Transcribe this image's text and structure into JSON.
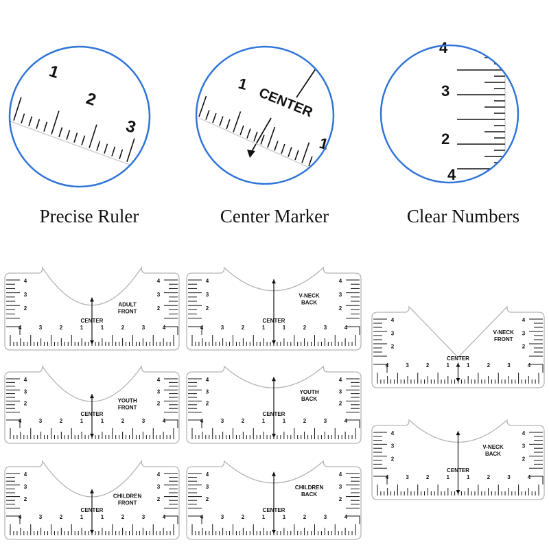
{
  "features": [
    {
      "caption": "Precise Ruler",
      "numbers": [
        "1",
        "2",
        "3"
      ]
    },
    {
      "caption": "Center Marker",
      "numbers": [
        "1",
        "1"
      ],
      "center_word": "CENTER"
    },
    {
      "caption": "Clear Numbers",
      "numbers": [
        "4",
        "3",
        "2",
        "4"
      ]
    }
  ],
  "colors": {
    "ring": "#2f74d8",
    "ink": "#111111",
    "outline": "#b5b5b5"
  },
  "rulers": [
    {
      "label": [
        "ADULT",
        "FRONT"
      ],
      "center": "CENTER",
      "shape": "u-deep"
    },
    {
      "label": [
        "V-NECK",
        "BACK"
      ],
      "center": "CENTER",
      "shape": "u-shallow"
    },
    {
      "label": [
        "YOUTH",
        "FRONT"
      ],
      "center": "CENTER",
      "shape": "u-deep"
    },
    {
      "label": [
        "YOUTH",
        "BACK"
      ],
      "center": "CENTER",
      "shape": "u-shallow"
    },
    {
      "label": [
        "CHILDREN",
        "FRONT"
      ],
      "center": "CENTER",
      "shape": "u-deep"
    },
    {
      "label": [
        "CHILDREN",
        "BACK"
      ],
      "center": "CENTER",
      "shape": "u-shallow"
    },
    {
      "label": [
        "V-NECK",
        "FRONT"
      ],
      "center": "CENTER",
      "shape": "v"
    },
    {
      "label": [
        "V-NECK",
        "BACK"
      ],
      "center": "CENTER",
      "shape": "u-shallow"
    }
  ],
  "bottom_scale": [
    "4",
    "3",
    "2",
    "1",
    "1",
    "2",
    "3",
    "4"
  ],
  "side_scale": [
    "4",
    "3",
    "2"
  ]
}
